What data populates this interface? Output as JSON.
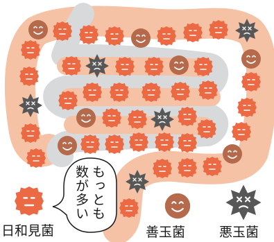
{
  "labels": {
    "neutral": "日和見菌",
    "good": "善玉菌",
    "bad": "悪玉菌"
  },
  "bubble": {
    "line1": "もっとも",
    "line2": "数が多い"
  },
  "colors": {
    "intestine_wall": "#f6c2a6",
    "intestine_inner": "#d8d9db",
    "neutral_bacteria": "#ec6a43",
    "good_bacteria": "#b56a4b",
    "bad_bacteria": "#575757",
    "face_line": "#ffffff",
    "text": "#1a1a1a"
  },
  "legend": [
    {
      "kind": "neutral",
      "icon": "neutral-bacteria-icon"
    },
    {
      "kind": "good",
      "icon": "good-bacteria-icon"
    },
    {
      "kind": "bad",
      "icon": "bad-bacteria-icon"
    }
  ]
}
